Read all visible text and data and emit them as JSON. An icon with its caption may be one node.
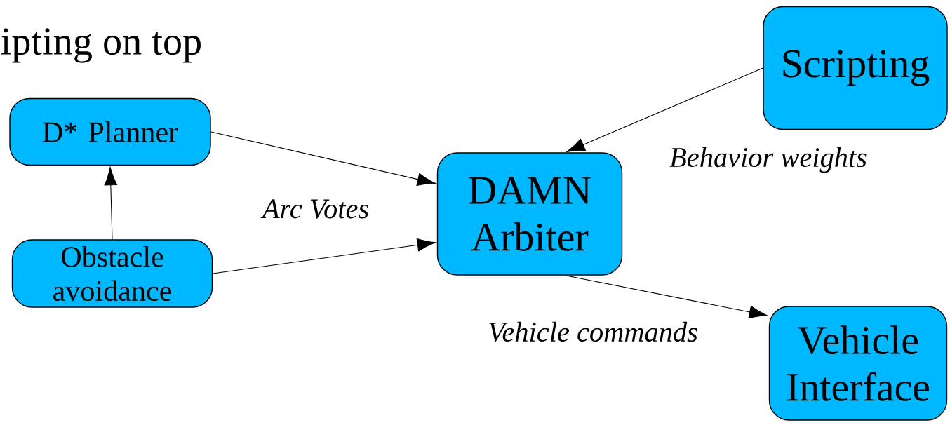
{
  "diagram": {
    "title": "ipting on top",
    "nodes": [
      {
        "text": [
          "D* Planner"
        ]
      },
      {
        "text": [
          "Obstacle avoidance"
        ]
      },
      {
        "text": [
          "DAMN Arbiter"
        ]
      },
      {
        "text": [
          "Scripting"
        ]
      },
      {
        "text": [
          "Vehicle Interface"
        ]
      }
    ],
    "edges": [
      {
        "from": 1,
        "to": 0,
        "arrow": "to"
      },
      {
        "from": 0,
        "to": 2,
        "arrow": "to"
      },
      {
        "from": 1,
        "to": 2,
        "arrow": "to",
        "label": "Arc Votes"
      },
      {
        "from": 3,
        "to": 2,
        "arrow": "to",
        "label": "Behavior weights"
      },
      {
        "from": 2,
        "to": 4,
        "arrow": "to",
        "label": "Vehicle commands"
      }
    ]
  }
}
